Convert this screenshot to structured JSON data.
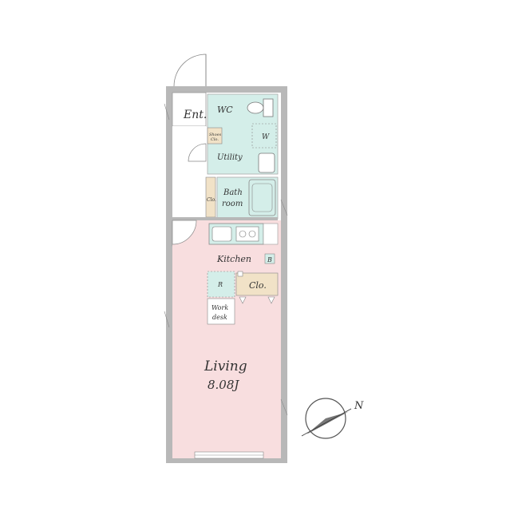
{
  "rooms": {
    "entrance": "Ent.",
    "wc": "WC",
    "shoes_closet_line1": "Shoes",
    "shoes_closet_line2": "Clo.",
    "washer": "W",
    "utility": "Utility",
    "corridor_closet": "Clo.",
    "bath_line1": "Bath",
    "bath_line2": "room",
    "kitchen": "Kitchen",
    "kitchen_b": "B",
    "fridge": "R",
    "closet": "Clo.",
    "desk_line1": "Work",
    "desk_line2": "desk",
    "living": "Living",
    "living_size": "8.08J"
  },
  "compass": {
    "north": "N"
  },
  "colors": {
    "wall": "#b8b8b8",
    "wet_area": "#d4eee9",
    "living": "#f8dedf",
    "closet": "#f1e2c7",
    "outline": "#707070"
  }
}
